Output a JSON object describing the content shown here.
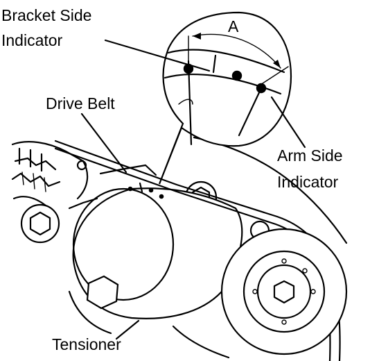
{
  "labels": {
    "bracket_side_line1": "Bracket Side",
    "bracket_side_line2": "Indicator",
    "dimension": "A",
    "drive_belt": "Drive Belt",
    "arm_side_line1": "Arm Side",
    "arm_side_line2": "Indicator",
    "tensioner": "Tensioner"
  }
}
